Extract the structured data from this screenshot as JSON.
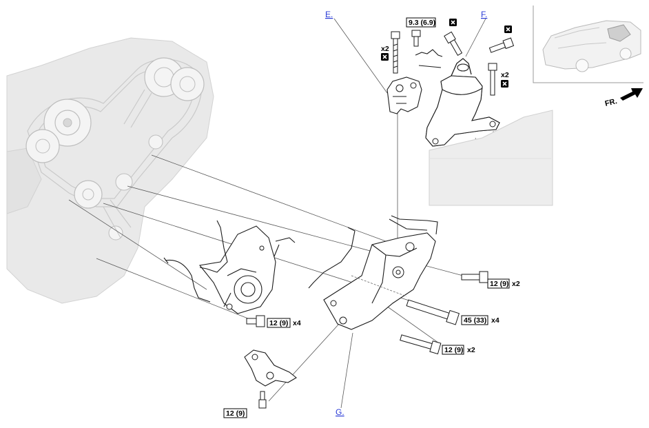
{
  "labels": {
    "E": "E.",
    "F": "F.",
    "G": "G."
  },
  "torque": {
    "top_bolt": "9.3 (6.9)",
    "right_upper": "12 (9)",
    "right_middle": "45 (33)",
    "right_lower": "12 (9)",
    "left_middle": "12 (9)",
    "bottom": "12 (9)"
  },
  "multipliers": {
    "top_left_bolt": "x2",
    "right_mount_bolt": "x2",
    "right_upper": "x2",
    "right_middle": "x4",
    "right_lower": "x2",
    "left_middle": "x4"
  },
  "inset": {
    "direction": "FR."
  },
  "icons": {
    "replace": "replace-part-icon",
    "arrow": "front-direction-arrow-icon"
  }
}
